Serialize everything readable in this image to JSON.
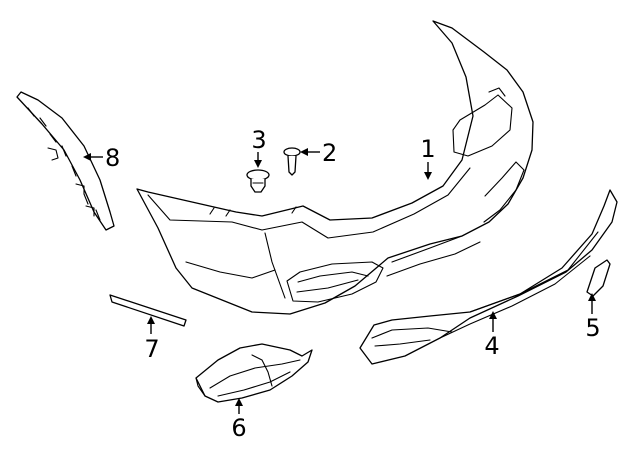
{
  "colors": {
    "line": "#000000",
    "background": "#ffffff"
  },
  "callouts": [
    {
      "id": "1",
      "label": "1",
      "part": "rear-bumper-cover"
    },
    {
      "id": "2",
      "label": "2",
      "part": "screw"
    },
    {
      "id": "3",
      "label": "3",
      "part": "push-clip"
    },
    {
      "id": "4",
      "label": "4",
      "part": "lower-diffuser"
    },
    {
      "id": "5",
      "label": "5",
      "part": "small-bracket"
    },
    {
      "id": "6",
      "label": "6",
      "part": "exhaust-trim"
    },
    {
      "id": "7",
      "label": "7",
      "part": "reflector-strip"
    },
    {
      "id": "8",
      "label": "8",
      "part": "side-bracket"
    }
  ]
}
